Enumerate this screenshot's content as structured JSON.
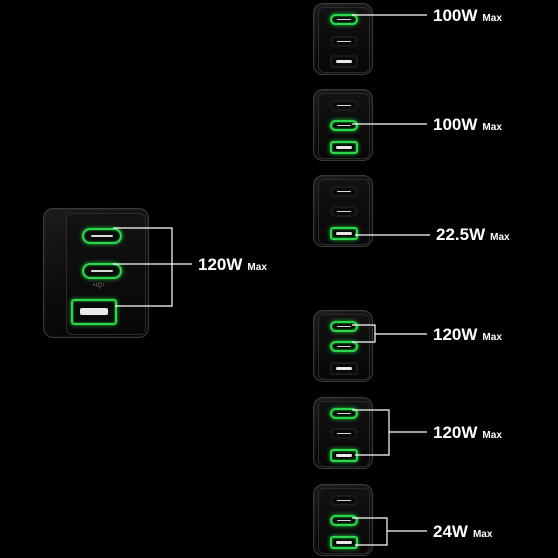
{
  "brand": {
    "logo_text": "•IQ³"
  },
  "accent_color": "#2bd84a",
  "configurations": [
    {
      "active_ports": [
        "usb-c-1",
        "usb-c-2",
        "usb-a"
      ],
      "power": "120W",
      "unit": "Max"
    },
    {
      "active_ports": [
        "usb-c-1"
      ],
      "power": "100W",
      "unit": "Max"
    },
    {
      "active_ports": [
        "usb-c-2"
      ],
      "power": "100W",
      "unit": "Max"
    },
    {
      "active_ports": [
        "usb-a"
      ],
      "power": "22.5W",
      "unit": "Max"
    },
    {
      "active_ports": [
        "usb-c-1",
        "usb-c-2"
      ],
      "power": "120W",
      "unit": "Max"
    },
    {
      "active_ports": [
        "usb-c-1",
        "usb-a"
      ],
      "power": "120W",
      "unit": "Max"
    },
    {
      "active_ports": [
        "usb-c-2",
        "usb-a"
      ],
      "power": "24W",
      "unit": "Max"
    }
  ]
}
